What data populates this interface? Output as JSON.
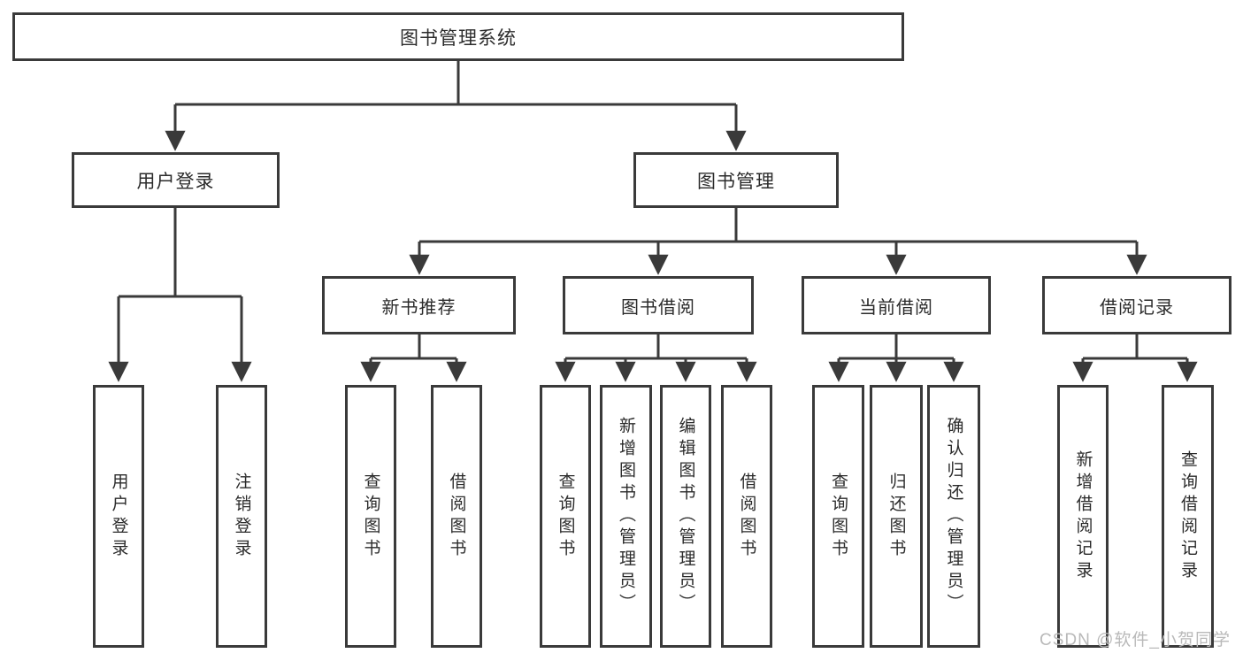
{
  "page": {
    "background_color": "#ffffff",
    "line_color": "#3a3a3a",
    "text_color": "#2b2b2b",
    "watermark": "CSDN @软件_小贺同学",
    "watermark_color": "#b9b9b9"
  },
  "tree": {
    "label": "图书管理系统",
    "children": [
      {
        "label": "用户登录",
        "children": [
          {
            "label": "用户登录"
          },
          {
            "label": "注销登录"
          }
        ]
      },
      {
        "label": "图书管理",
        "children": [
          {
            "label": "新书推荐",
            "children": [
              {
                "label": "查询图书"
              },
              {
                "label": "借阅图书"
              }
            ]
          },
          {
            "label": "图书借阅",
            "children": [
              {
                "label": "查询图书"
              },
              {
                "label": "新增图书（管理员）"
              },
              {
                "label": "编辑图书（管理员）"
              },
              {
                "label": "借阅图书"
              }
            ]
          },
          {
            "label": "当前借阅",
            "children": [
              {
                "label": "查询图书"
              },
              {
                "label": "归还图书"
              },
              {
                "label": "确认归还（管理员）"
              }
            ]
          },
          {
            "label": "借阅记录",
            "children": [
              {
                "label": "新增借阅记录"
              },
              {
                "label": "查询借阅记录"
              }
            ]
          }
        ]
      }
    ]
  }
}
